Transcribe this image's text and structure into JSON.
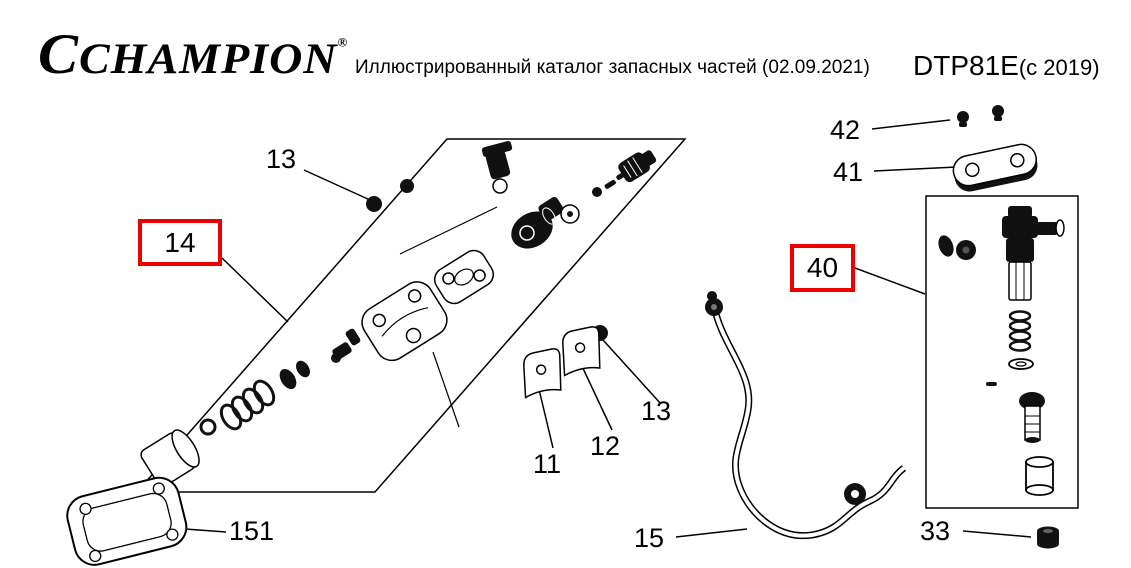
{
  "header": {
    "brand": "CHAMPION",
    "registered_mark": "®",
    "subtitle": "Иллюстрированный каталог запасных частей (02.09.2021)",
    "model": "DTP81E",
    "model_suffix": "(с 2019)"
  },
  "callouts": {
    "c13a": "13",
    "c14": "14",
    "c42": "42",
    "c41": "41",
    "c40": "40",
    "c13b": "13",
    "c11": "11",
    "c12": "12",
    "c151": "151",
    "c15": "15",
    "c33": "33"
  },
  "colors": {
    "highlight_box": "#ee0000",
    "line": "#000000"
  }
}
